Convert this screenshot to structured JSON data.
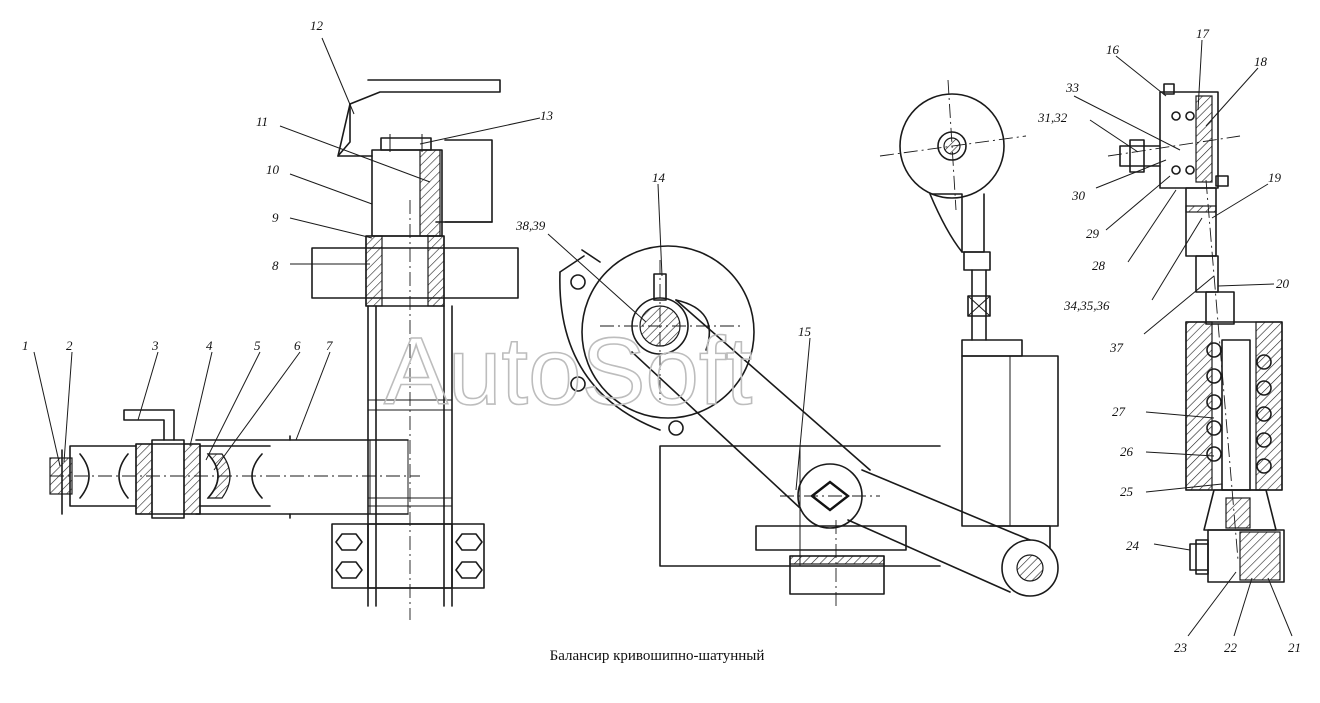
{
  "caption": "Балансир кривошипно-шатунный",
  "watermark": "AutoSoft",
  "callouts": [
    {
      "id": "c1",
      "text": "1"
    },
    {
      "id": "c2",
      "text": "2"
    },
    {
      "id": "c3",
      "text": "3"
    },
    {
      "id": "c4",
      "text": "4"
    },
    {
      "id": "c5",
      "text": "5"
    },
    {
      "id": "c6",
      "text": "6"
    },
    {
      "id": "c7",
      "text": "7"
    },
    {
      "id": "c8",
      "text": "8"
    },
    {
      "id": "c9",
      "text": "9"
    },
    {
      "id": "c10",
      "text": "10"
    },
    {
      "id": "c11",
      "text": "11"
    },
    {
      "id": "c12",
      "text": "12"
    },
    {
      "id": "c13",
      "text": "13"
    },
    {
      "id": "c14",
      "text": "14"
    },
    {
      "id": "c15",
      "text": "15"
    },
    {
      "id": "c16",
      "text": "16"
    },
    {
      "id": "c17",
      "text": "17"
    },
    {
      "id": "c18",
      "text": "18"
    },
    {
      "id": "c19",
      "text": "19"
    },
    {
      "id": "c20",
      "text": "20"
    },
    {
      "id": "c21",
      "text": "21"
    },
    {
      "id": "c22",
      "text": "22"
    },
    {
      "id": "c23",
      "text": "23"
    },
    {
      "id": "c24",
      "text": "24"
    },
    {
      "id": "c25",
      "text": "25"
    },
    {
      "id": "c26",
      "text": "26"
    },
    {
      "id": "c27",
      "text": "27"
    },
    {
      "id": "c28",
      "text": "28"
    },
    {
      "id": "c29",
      "text": "29"
    },
    {
      "id": "c30",
      "text": "30"
    },
    {
      "id": "c3132",
      "text": "31,32"
    },
    {
      "id": "c33",
      "text": "33"
    },
    {
      "id": "c343536",
      "text": "34,35,36"
    },
    {
      "id": "c37",
      "text": "37"
    },
    {
      "id": "c3839",
      "text": "38,39"
    }
  ]
}
